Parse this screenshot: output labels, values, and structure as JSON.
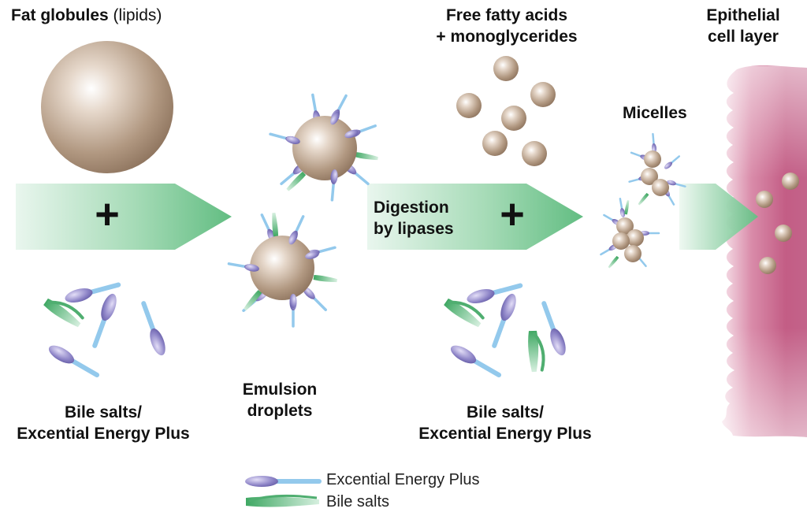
{
  "labels": {
    "fat_globules_bold": "Fat globules",
    "fat_globules_light": "(lipids)",
    "free_fatty_acids_line1": "Free fatty acids",
    "free_fatty_acids_line2": "+ monoglycerides",
    "epithelial_line1": "Epithelial",
    "epithelial_line2": "cell layer",
    "micelles": "Micelles",
    "digestion_line1": "Digestion",
    "digestion_line2": "by lipases",
    "emulsion_line1": "Emulsion",
    "emulsion_line2": "droplets",
    "bile_left_line1": "Bile salts/",
    "bile_left_line2": "Excential Energy Plus",
    "bile_right_line1": "Bile salts/",
    "bile_right_line2": "Excential Energy Plus",
    "plus_symbol": "+"
  },
  "legend": {
    "excential": "Excential Energy Plus",
    "bile_salts": "Bile salts"
  },
  "colors": {
    "arrow_green": "#6cc08a",
    "lipid_tan": "#b49a82",
    "excential_purple": "#8a82c6",
    "excential_blue": "#8fc6ea",
    "bile_green": "#5fb47a",
    "epithelium_pink": "#c0567f"
  }
}
